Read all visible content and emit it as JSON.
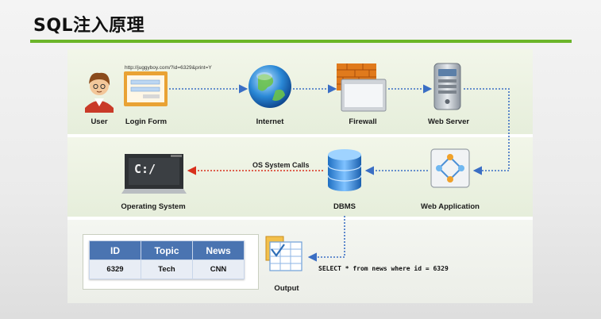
{
  "slide": {
    "title": "SQL注入原理"
  },
  "diagram": {
    "url": "http://juggyboy.com/?id=6329&print=Y",
    "os_calls_label": "OS System Calls",
    "sql_query": "SELECT * from news where id = 6329",
    "nodes": {
      "user": "User",
      "login_form": "Login Form",
      "internet": "Internet",
      "firewall": "Firewall",
      "web_server": "Web Server",
      "web_application": "Web Application",
      "dbms": "DBMS",
      "operating_system": "Operating System",
      "output": "Output"
    },
    "terminal_prompt": "C:/",
    "result_table": {
      "headers": [
        "ID",
        "Topic",
        "News"
      ],
      "row": [
        "6329",
        "Tech",
        "CNN"
      ]
    },
    "colors": {
      "title_rule": "#6bb52a",
      "flow_arrow": "#3a6ec4",
      "os_call_arrow": "#d8301c",
      "table_header": "#4a74b1"
    }
  }
}
